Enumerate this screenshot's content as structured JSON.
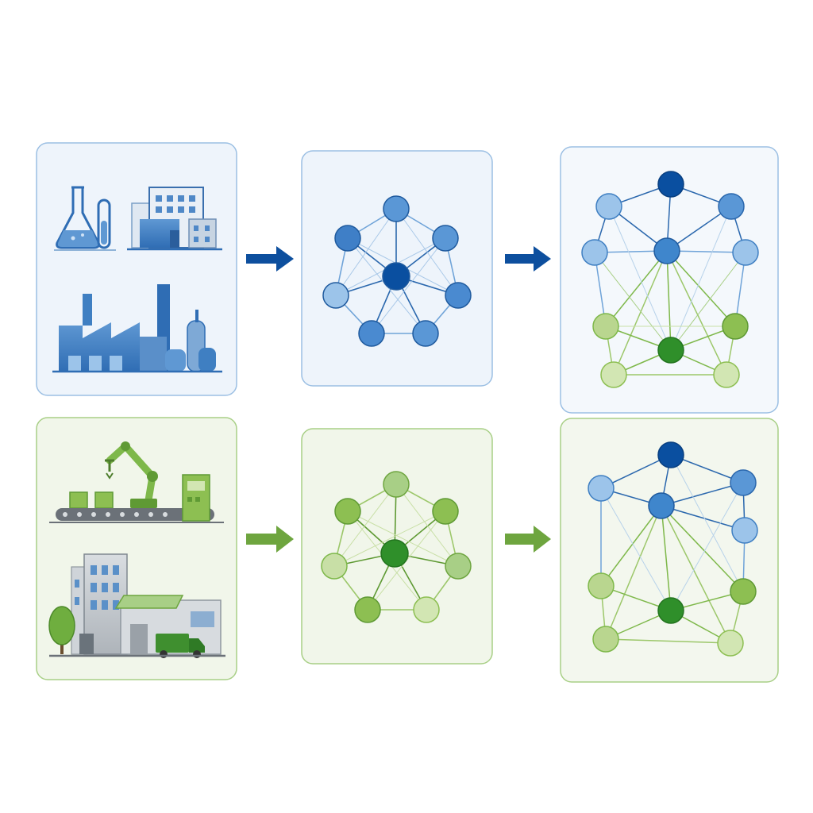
{
  "colors": {
    "blue_dark": "#0a4fa0",
    "blue_mid": "#3f86cc",
    "blue_light": "#9cc4ea",
    "blue_panel_bg": "#eef4fb",
    "blue_panel_border": "#9bbfe3",
    "green_dark": "#2f8f2a",
    "green_mid": "#7eb84a",
    "green_light": "#c8dfa6",
    "green_panel_bg": "#f1f6ea",
    "green_panel_border": "#a8cf86",
    "arrow_blue": "#0d4f9e",
    "arrow_green": "#6ea53f"
  },
  "rows": [
    {
      "id": "top",
      "theme": "blue",
      "illustration_icons": [
        "flask-icon",
        "test-tube-icon",
        "office-building-icon",
        "factory-icon",
        "storage-tanks-icon"
      ]
    },
    {
      "id": "bottom",
      "theme": "green",
      "illustration_icons": [
        "robot-arm-icon",
        "conveyor-belt-icon",
        "machine-terminal-icon",
        "office-building-icon",
        "warehouse-icon",
        "truck-icon",
        "tree-icon"
      ]
    }
  ],
  "arrows": [
    "arrow-right-icon",
    "arrow-right-icon",
    "arrow-right-icon",
    "arrow-right-icon"
  ]
}
